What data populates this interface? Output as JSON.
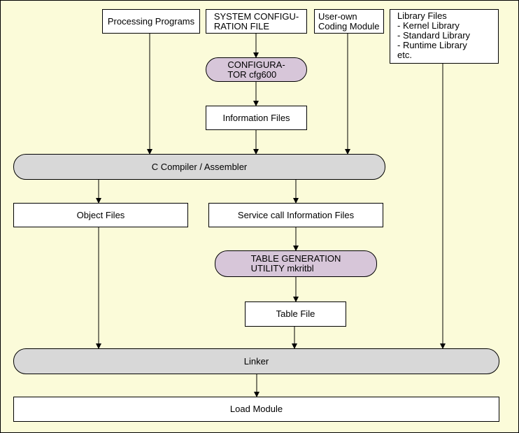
{
  "boxes": {
    "processing_programs": "Processing Programs",
    "system_config_file": "SYSTEM CONFIGU-\nRATION FILE",
    "user_coding_module": "User-own\nCoding Module",
    "library_files": "Library Files\n    - Kernel Library\n    - Standard Library\n    - Runtime Library\netc.",
    "configurator": "CONFIGURA-\nTOR cfg600",
    "information_files": "Information Files",
    "compiler": "C Compiler / Assembler",
    "object_files": "Object Files",
    "service_call_files": "Service call Information Files",
    "table_gen_utility": "TABLE GENERATION\nUTILITY mkritbl",
    "table_file": "Table File",
    "linker": "Linker",
    "load_module": "Load Module"
  },
  "colors": {
    "background": "#fbfbd9",
    "process_pill": "#d8d8d8",
    "tool_pill": "#d7c6d9"
  }
}
